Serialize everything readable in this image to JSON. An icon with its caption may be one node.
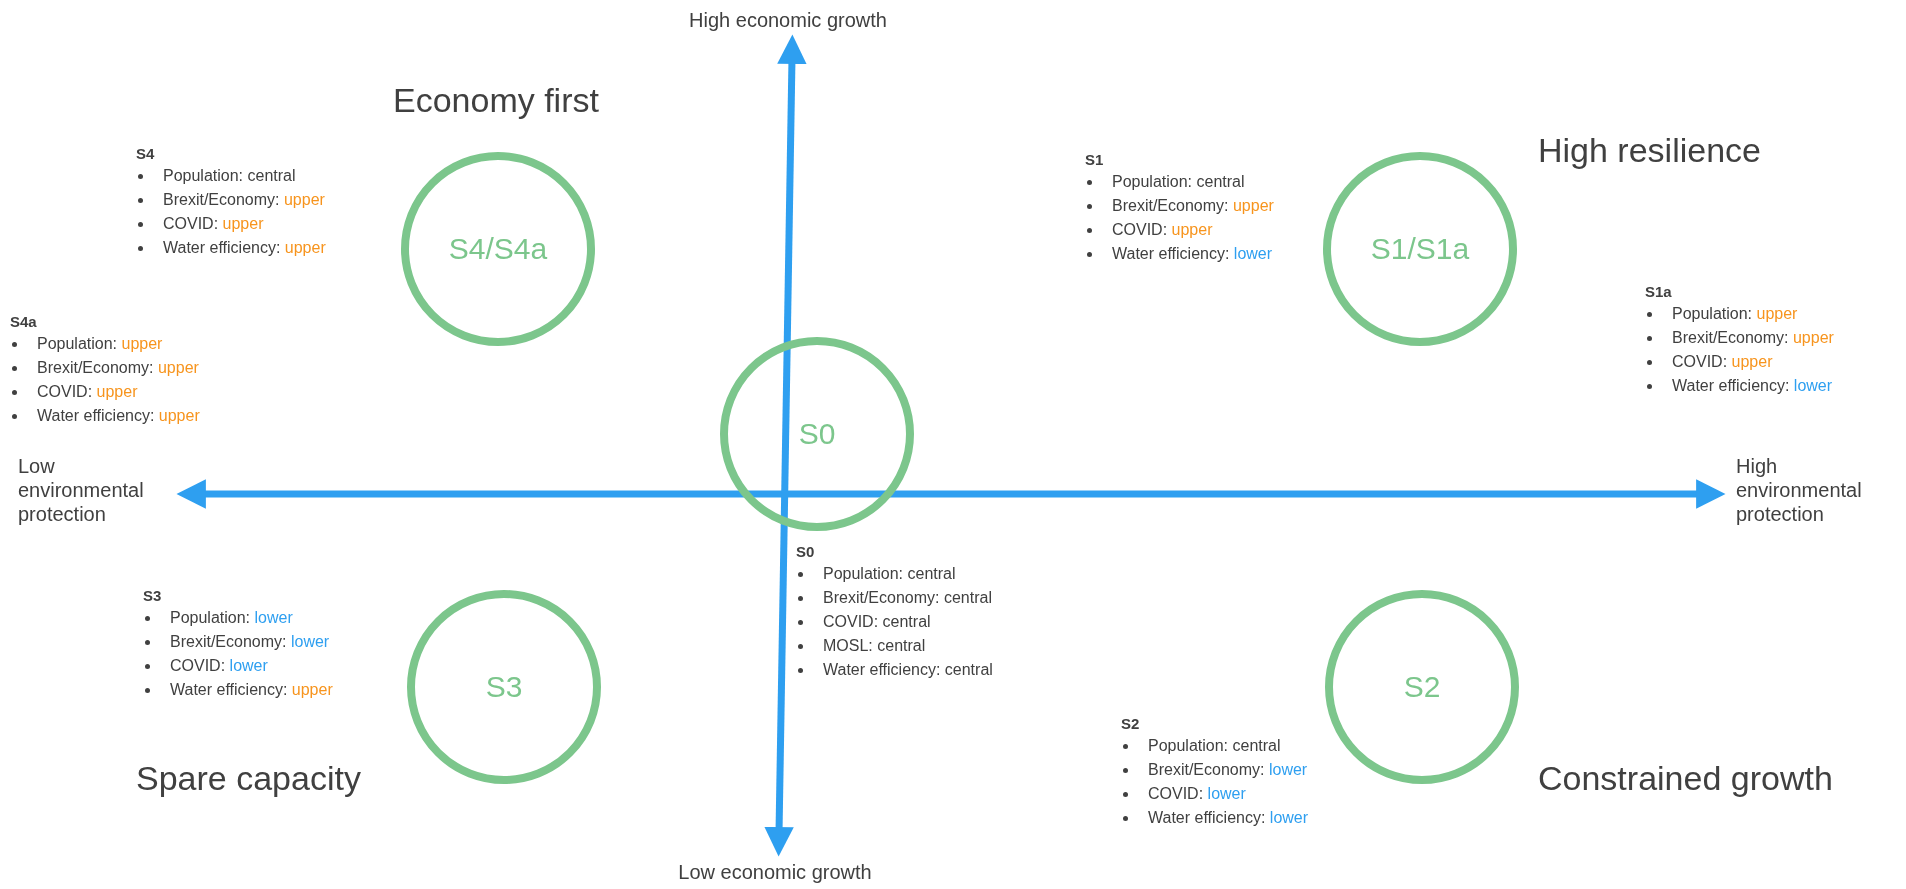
{
  "diagram": {
    "nodes": [
      {
        "text": [
          "S4/S4a"
        ]
      },
      {
        "text": [
          "S1/S1a"
        ]
      },
      {
        "text": [
          "S0"
        ]
      },
      {
        "text": [
          "S3"
        ]
      },
      {
        "text": [
          "S2"
        ]
      }
    ],
    "labels": [
      "High economic growth",
      "Economy first",
      "High resilience",
      "S4",
      "Population: central",
      "Brexit/Economy: upper",
      "COVID: upper",
      "Water efficiency: upper",
      "S1",
      "Population: central",
      "Brexit/Economy: upper",
      "COVID: upper",
      "Water efficiency: lower",
      "S4a",
      "Population: upper",
      "Brexit/Economy: upper",
      "COVID: upper",
      "Water efficiency: upper",
      "S1a",
      "Population: upper",
      "Brexit/Economy: upper",
      "COVID: upper",
      "Water efficiency: lower",
      "Low environmental protection",
      "High environmental protection",
      "S0",
      "Population: central",
      "Brexit/Economy: central",
      "COVID: central",
      "MOSL: central",
      "Water efficiency: central",
      "S3",
      "Population: lower",
      "Brexit/Economy: lower",
      "COVID: lower",
      "Water efficiency: upper",
      "S2",
      "Population: central",
      "Brexit/Economy: lower",
      "COVID: lower",
      "Water efficiency: lower",
      "Spare capacity",
      "Constrained growth",
      "Low economic growth"
    ]
  }
}
